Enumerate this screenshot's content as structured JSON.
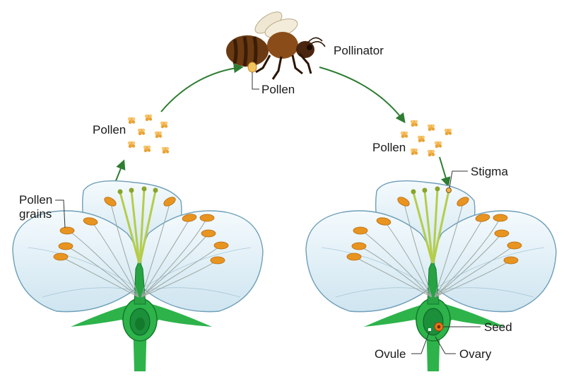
{
  "labels": {
    "pollinator": "Pollinator",
    "pollen_on_bee": "Pollen",
    "pollen_left": "Pollen",
    "pollen_grains_line1": "Pollen",
    "pollen_grains_line2": "grains",
    "pollen_right": "Pollen",
    "stigma": "Stigma",
    "seed": "Seed",
    "ovule": "Ovule",
    "ovary": "Ovary"
  },
  "icons": {
    "bee": "bee-icon",
    "flower_left": "flower-icon",
    "flower_right": "flower-icon",
    "pollen_cluster": "pollen-icon"
  },
  "colors": {
    "arrow": "#2e7d32",
    "stem": "#2db34a",
    "petal_fill": "#dcedf5",
    "petal_stroke": "#6f9fb8",
    "anther": "#e89420",
    "pollen": "#f2b04a",
    "bee_body": "#6b3a12",
    "seed": "#e8731e"
  }
}
